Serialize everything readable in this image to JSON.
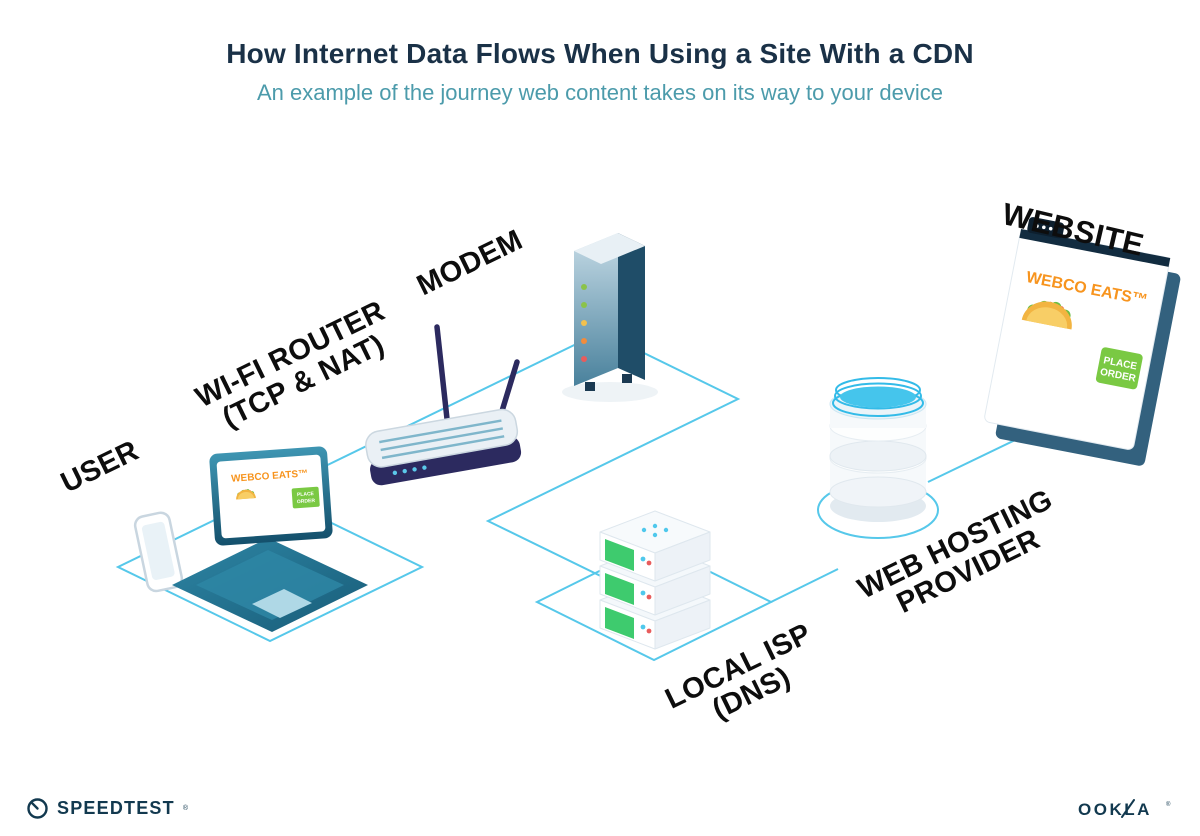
{
  "header": {
    "title": "How Internet Data Flows When Using a Site With a CDN",
    "subtitle": "An example of the journey web content takes on its way to your device"
  },
  "diagram": {
    "type": "flow",
    "flow_order": [
      "user",
      "wifi_router",
      "modem",
      "local_isp",
      "web_hosting",
      "website"
    ],
    "nodes": {
      "user": {
        "label": "USER"
      },
      "wifi_router": {
        "label": "WI-FI ROUTER",
        "sublabel": "(TCP & NAT)"
      },
      "modem": {
        "label": "MODEM"
      },
      "local_isp": {
        "label": "LOCAL ISP",
        "sublabel": "(DNS)"
      },
      "web_hosting": {
        "label": "WEB HOSTING",
        "sublabel": "PROVIDER"
      },
      "website": {
        "label": "WEBSITE"
      }
    },
    "screens": {
      "site_name": "WEBCO EATS™",
      "button_line1": "PLACE",
      "button_line2": "ORDER"
    }
  },
  "footer": {
    "speedtest": "SPEEDTEST",
    "speedtest_mark": "®",
    "ookla": "OOKLA",
    "ookla_mark": "®"
  },
  "colors": {
    "connection_line": "#56C8EA",
    "teal_dark": "#1B5E7B",
    "teal_mid": "#2E86A5",
    "indigo": "#2C2A5F",
    "accent_orange": "#F7941E",
    "accent_green": "#7AC943",
    "server_green": "#3ECB6E",
    "title_text": "#1A3147",
    "subtitle_text": "#4C9BAB"
  }
}
